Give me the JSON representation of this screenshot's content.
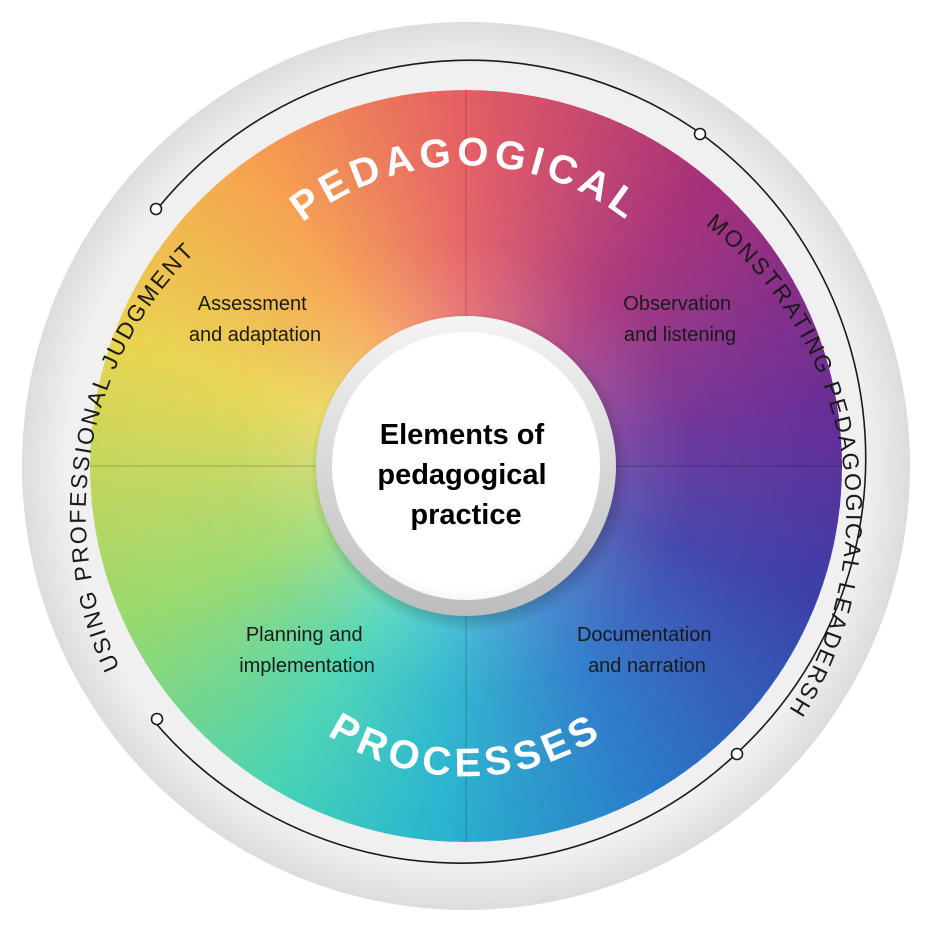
{
  "center": {
    "lines": [
      "Elements of",
      "pedagogical",
      "practice"
    ]
  },
  "ring_top": "PEDAGOGICAL",
  "ring_bottom": "PROCESSES",
  "outer_left": "USING PROFESSIONAL JUDGMENT",
  "outer_right": "DEMONSTRATING PEDAGOGICAL LEADERSHIP",
  "quadrants": [
    {
      "lines": [
        "Assessment",
        "and adaptation"
      ]
    },
    {
      "lines": [
        "Observation",
        "and listening"
      ]
    },
    {
      "lines": [
        "Planning and",
        "implementation"
      ]
    },
    {
      "lines": [
        "Documentation",
        "and narration"
      ]
    }
  ],
  "colors": {
    "orange": "#f6a14e",
    "red": "#e45d63",
    "magenta": "#a63079",
    "purple": "#6a2d96",
    "indigo": "#3c3fa8",
    "blue": "#2a79c9",
    "cyan": "#2ab5cf",
    "teal": "#47d3b6",
    "green": "#97d96e",
    "yellow": "#e9d44f",
    "outer_ring": "#e8e8e8",
    "line": "#1a1a1a"
  }
}
